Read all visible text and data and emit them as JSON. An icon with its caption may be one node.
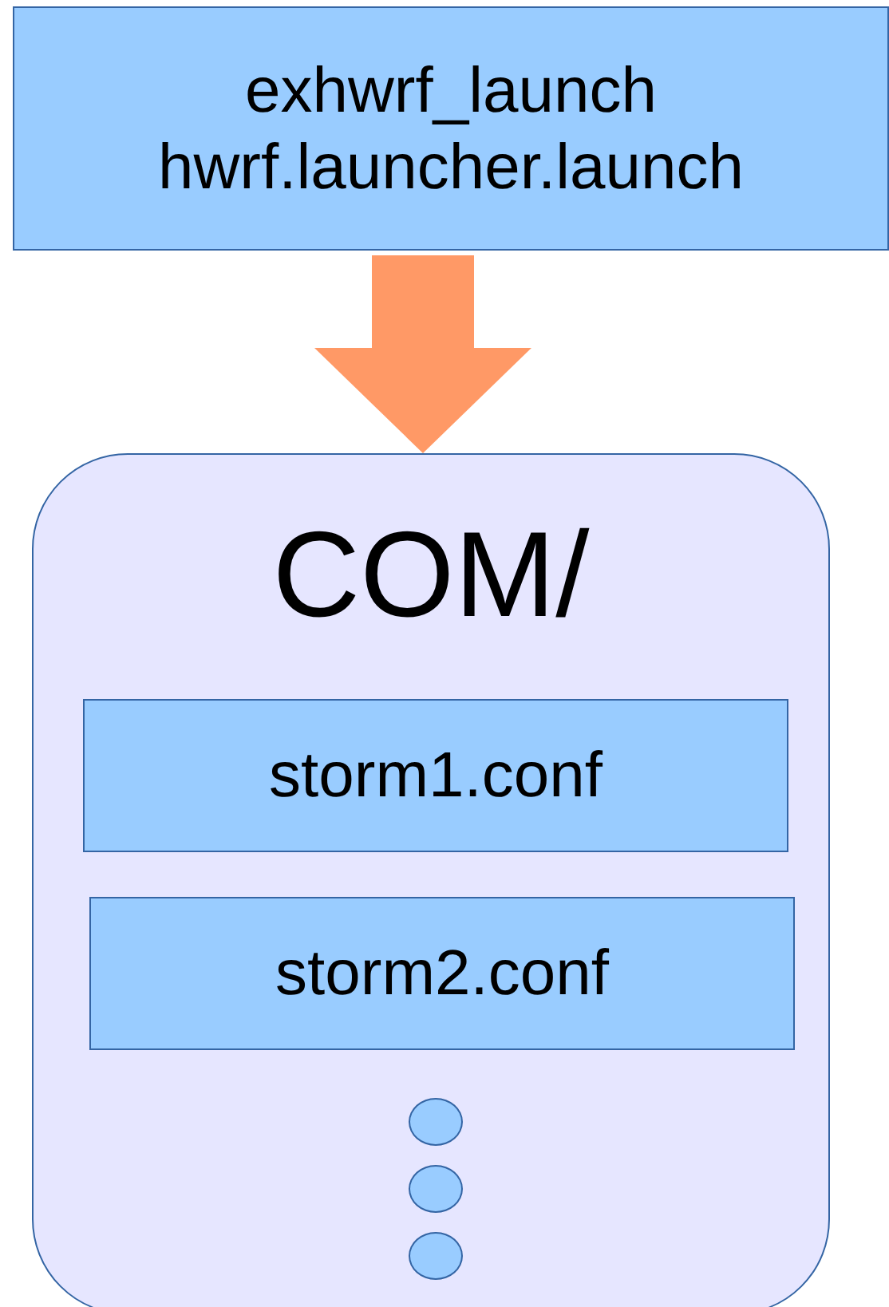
{
  "diagram": {
    "nodes": [
      {
        "text": [
          "exhwrf_launch hwrf.launcher.launch"
        ]
      },
      {
        "text": [
          "COM/"
        ]
      },
      {
        "text": [
          "storm1.conf"
        ],
        "in": 1
      },
      {
        "text": [
          "storm2.conf"
        ],
        "in": 1
      },
      {
        "text": [],
        "shape": "circle",
        "in": 1
      },
      {
        "text": [],
        "shape": "circle",
        "in": 1
      },
      {
        "text": [],
        "shape": "circle",
        "in": 1
      }
    ],
    "edges": [
      {
        "from": 0,
        "to": 1,
        "arrow": "to",
        "color": "#ff9966"
      }
    ]
  }
}
